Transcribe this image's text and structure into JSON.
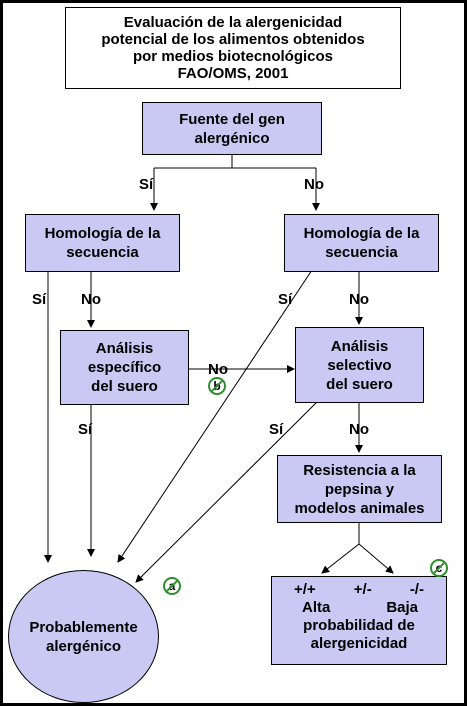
{
  "title": "Evaluación de la alergenicidad\npotencial de los alimentos obtenidos\npor medios biotecnológicos\nFAO/OMS, 2001",
  "nodes": {
    "source": "Fuente del gen\nalergénico",
    "homology_left": "Homología de la\nsecuencia",
    "homology_right": "Homología de la\nsecuencia",
    "specific_serum": "Análisis\nespecífico\ndel suero",
    "selective_serum": "Análisis\nselectivo\ndel suero",
    "pepsin": "Resistencia a la\npepsina y\nmodelos animales",
    "probable": "Probablemente\nalergénico"
  },
  "outcome": {
    "plus_plus": "+/+",
    "plus_minus": "+/-",
    "minus_minus": "-/-",
    "high": "Alta",
    "low": "Baja",
    "text": "probabilidad de\nalergenicidad"
  },
  "labels": {
    "si_source": "Sí",
    "no_source": "No",
    "si_hom_left": "Sí",
    "no_hom_left": "No",
    "si_hom_right": "Sí",
    "no_hom_right": "No",
    "no_specific": "No",
    "si_specific": "Sí",
    "si_selective": "Sí",
    "no_selective": "No"
  },
  "stamps": {
    "a": "a",
    "b": "b",
    "c": "c"
  },
  "colors": {
    "box_fill": "#c9c9f3",
    "border": "#000000",
    "stamp": "#2f8f2f"
  }
}
